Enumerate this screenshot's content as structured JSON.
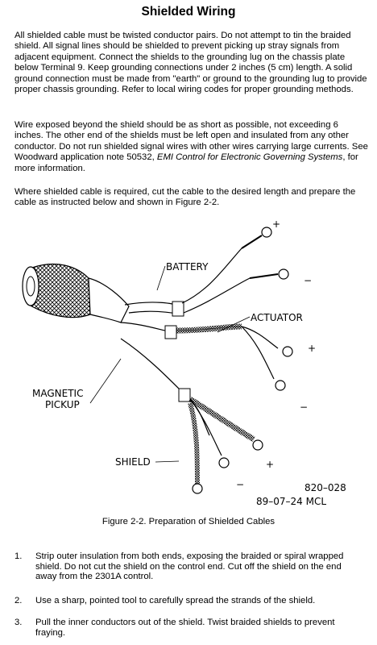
{
  "title": "Shielded Wiring",
  "paragraphs": {
    "p1": "All shielded cable must be twisted conductor pairs. Do not attempt to tin the braided shield. All signal lines should be shielded to prevent picking up stray signals from adjacent equipment. Connect the shields to the grounding lug on the chassis plate below Terminal 9. Keep grounding connections under 2 inches (5 cm) length. A solid ground connection must be made from \"earth\" or ground to the grounding lug to provide proper chassis grounding. Refer to local wiring codes for proper grounding methods.",
    "p2_a": "Wire exposed beyond the shield should be as short as possible, not exceeding 6 inches. The other end of the shields must be left open and insulated from any other conductor. Do not run shielded signal wires with other wires carrying large currents. See Woodward application note 50532, ",
    "p2_em": "EMI Control for Electronic Governing Systems",
    "p2_b": ", for more information.",
    "p3": "Where shielded cable is required, cut the cable to the desired length and prepare the cable as instructed below and shown in Figure 2-2."
  },
  "figure": {
    "labels": {
      "battery": "BATTERY",
      "actuator": "ACTUATOR",
      "magnetic": "MAGNETIC",
      "pickup": "PICKUP",
      "shield": "SHIELD",
      "plus": "+",
      "minus": "−",
      "drawing_no": "820–028",
      "drawing_date": "89–07–24  MCL"
    },
    "caption": "Figure 2-2. Preparation of Shielded Cables"
  },
  "steps": [
    {
      "num": "1.",
      "text": "Strip outer insulation from both ends, exposing the braided or spiral wrapped shield. Do not cut the shield on the control end. Cut off the shield on the end away from the 2301A control."
    },
    {
      "num": "2.",
      "text": "Use a sharp, pointed tool to carefully spread the strands of the shield."
    },
    {
      "num": "3.",
      "text": "Pull the inner conductors out of the shield. Twist braided shields to prevent fraying."
    }
  ]
}
